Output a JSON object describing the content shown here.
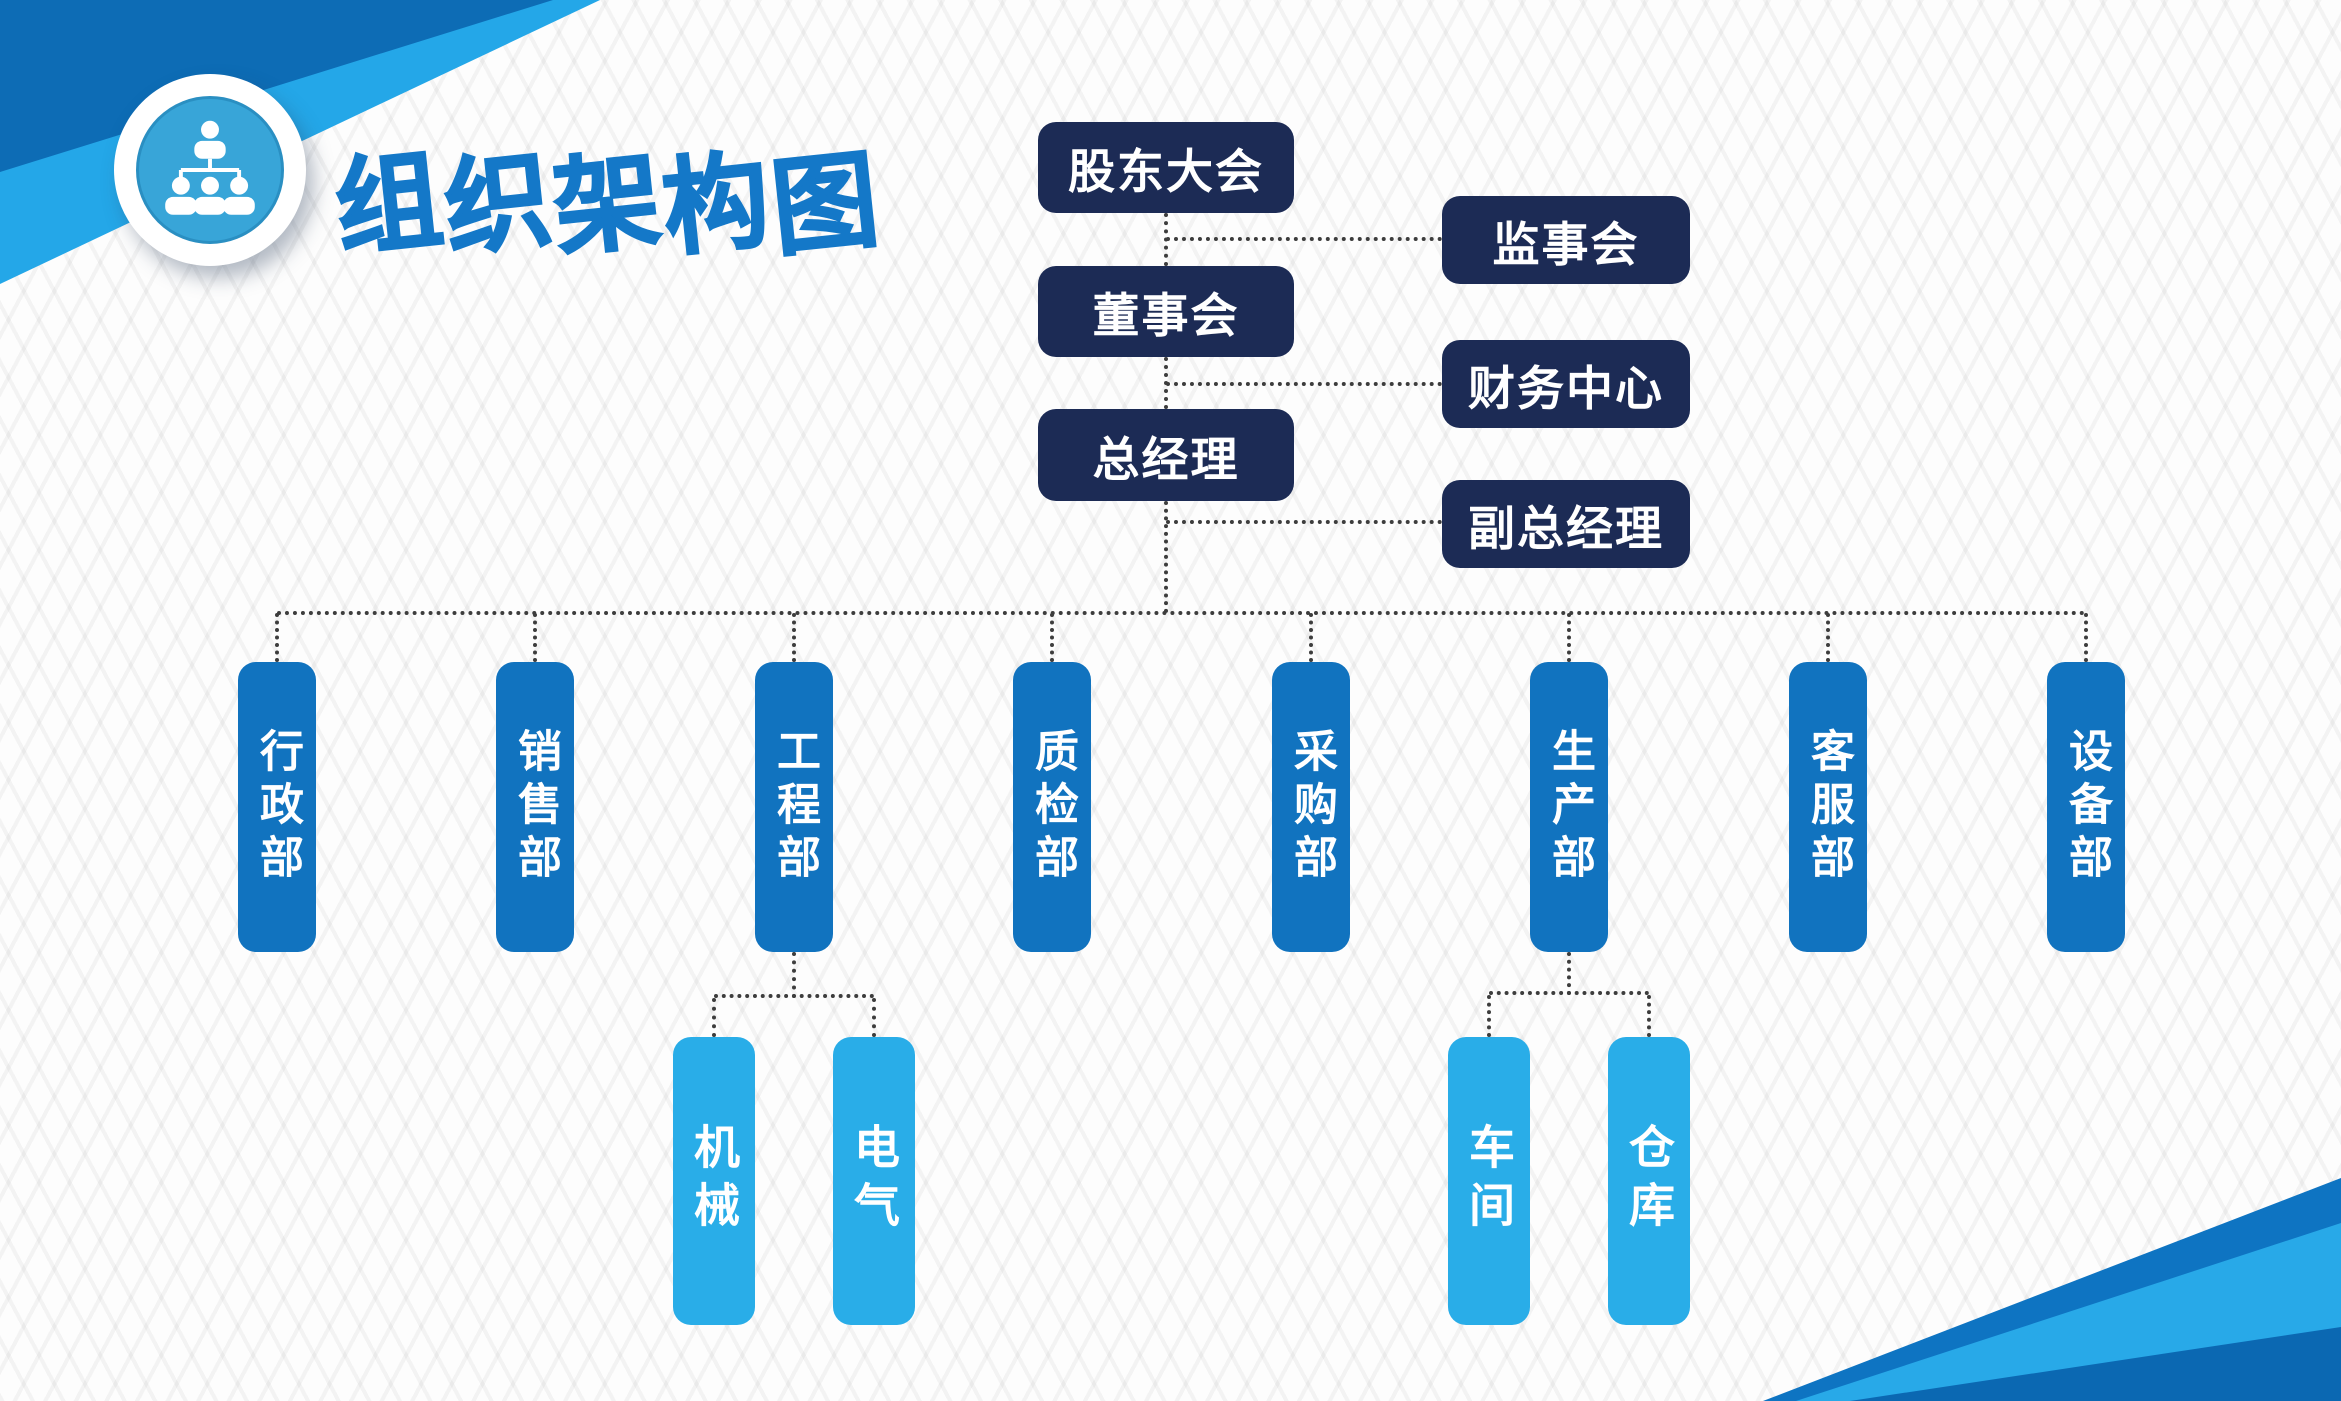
{
  "page": {
    "title": "组织架构图"
  },
  "badge": {
    "icon": "org-chart-icon"
  },
  "org": {
    "chain": [
      {
        "label": "股东大会"
      },
      {
        "label": "董事会"
      },
      {
        "label": "总经理"
      }
    ],
    "staff": [
      {
        "label": "监事会"
      },
      {
        "label": "财务中心"
      },
      {
        "label": "副总经理"
      }
    ],
    "departments": [
      {
        "label": "行政部"
      },
      {
        "label": "销售部"
      },
      {
        "label": "工程部"
      },
      {
        "label": "质检部"
      },
      {
        "label": "采购部"
      },
      {
        "label": "生产部"
      },
      {
        "label": "客服部"
      },
      {
        "label": "设备部"
      }
    ],
    "sub_units": [
      {
        "parent": "工程部",
        "children": [
          {
            "label": "机械"
          },
          {
            "label": "电气"
          }
        ]
      },
      {
        "parent": "生产部",
        "children": [
          {
            "label": "车间"
          },
          {
            "label": "仓库"
          }
        ]
      }
    ]
  },
  "colors": {
    "title_blue": "#1478c8",
    "navy_box": "#1c2b55",
    "department_blue": "#1173bf",
    "sub_unit_blue": "#29ade8",
    "connector_gray": "#3d3d3d",
    "corner_dark_blue": "#0d6cb5",
    "corner_light_blue": "#24a7e8",
    "badge_fill_blue": "#38a5d8"
  }
}
